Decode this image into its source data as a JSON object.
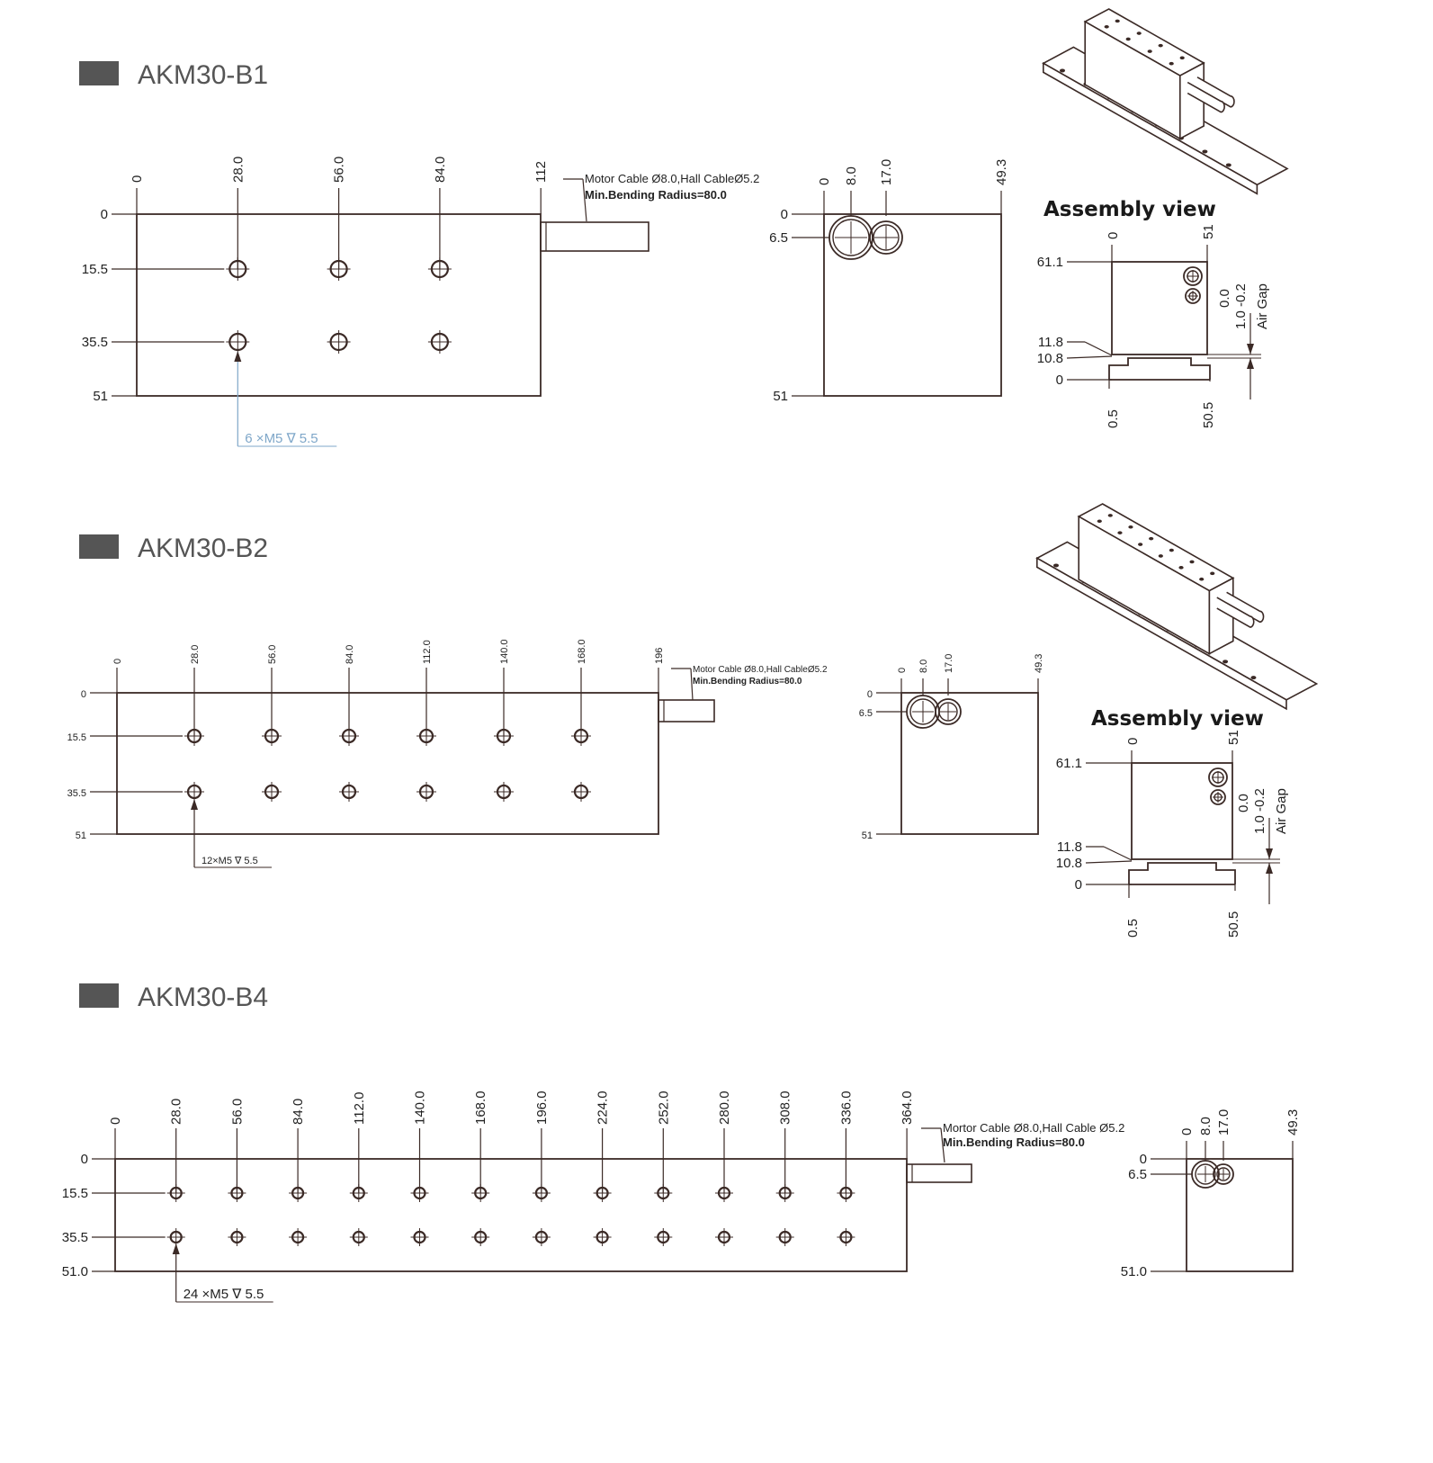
{
  "colors": {
    "line": "#3b2a26",
    "header_marker": "#555555",
    "callout_b1": "#7fa7c9"
  },
  "sections": [
    {
      "title": "AKM30-B1",
      "top_view": {
        "x_labels": [
          "0",
          "28.0",
          "56.0",
          "84.0",
          "112"
        ],
        "y_labels": [
          "0",
          "15.5",
          "35.5",
          "51"
        ],
        "cable_note": [
          "Motor Cable Ø8.0,Hall CableØ5.2",
          "Min.Bending Radius=80.0"
        ],
        "hole_callout": "6 ×M5 ∇ 5.5"
      },
      "end_view": {
        "x_labels": [
          "0",
          "8.0",
          "17.0",
          "49.3"
        ],
        "y_labels": [
          "0",
          "6.5",
          "51"
        ]
      },
      "assembly": {
        "title": "Assembly view",
        "top_labels": [
          "0",
          "51"
        ],
        "left_labels": [
          "61.1",
          "11.8",
          "10.8",
          "0"
        ],
        "bottom_labels": [
          "0.5",
          "50.5"
        ],
        "air_gap": [
          "0.0",
          "1.0 -0.2",
          "Air Gap"
        ]
      }
    },
    {
      "title": "AKM30-B2",
      "top_view": {
        "x_labels": [
          "0",
          "28.0",
          "56.0",
          "84.0",
          "112.0",
          "140.0",
          "168.0",
          "196"
        ],
        "y_labels": [
          "0",
          "15.5",
          "35.5",
          "51"
        ],
        "cable_note": [
          "Motor Cable Ø8.0,Hall CableØ5.2",
          "Min.Bending Radius=80.0"
        ],
        "hole_callout": "12×M5 ∇ 5.5"
      },
      "end_view": {
        "x_labels": [
          "0",
          "8.0",
          "17.0",
          "49.3"
        ],
        "y_labels": [
          "0",
          "6.5",
          "51"
        ]
      },
      "assembly": {
        "title": "Assembly view",
        "top_labels": [
          "0",
          "51"
        ],
        "left_labels": [
          "61.1",
          "11.8",
          "10.8",
          "0"
        ],
        "bottom_labels": [
          "0.5",
          "50.5"
        ],
        "air_gap": [
          "0.0",
          "1.0 -0.2",
          "Air Gap"
        ]
      }
    },
    {
      "title": "AKM30-B4",
      "top_view": {
        "x_labels": [
          "0",
          "28.0",
          "56.0",
          "84.0",
          "112.0",
          "140.0",
          "168.0",
          "196.0",
          "224.0",
          "252.0",
          "280.0",
          "308.0",
          "336.0",
          "364.0"
        ],
        "y_labels": [
          "0",
          "15.5",
          "35.5",
          "51.0"
        ],
        "cable_note": [
          "Mortor Cable Ø8.0,Hall Cable Ø5.2",
          "Min.Bending Radius=80.0"
        ],
        "hole_callout": "24 ×M5 ∇ 5.5"
      },
      "end_view": {
        "x_labels": [
          "0",
          "8.0",
          "17.0",
          "49.3"
        ],
        "y_labels": [
          "0",
          "6.5",
          "51.0"
        ]
      }
    }
  ]
}
